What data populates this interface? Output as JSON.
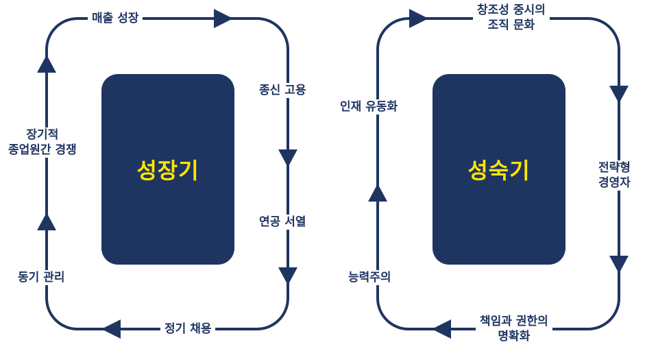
{
  "colors": {
    "dark_navy": "#1f3561",
    "title_yellow": "#ffe600",
    "background": "#ffffff"
  },
  "left_cycle": {
    "center_title": "성장기",
    "labels": {
      "top": "매출 성장",
      "right_upper": "종신 고용",
      "right_lower": "연공 서열",
      "bottom": "정기 채용",
      "left_lower": "동기 관리",
      "left_upper_line1": "장기적",
      "left_upper_line2": "종업원간 경쟁"
    }
  },
  "right_cycle": {
    "center_title": "성숙기",
    "labels": {
      "top_line1": "창조성 중시의",
      "top_line2": "조직 문화",
      "right_line1": "전략형",
      "right_line2": "경영자",
      "bottom_line1": "책임과 권한의",
      "bottom_line2": "명확화",
      "left_lower": "능력주의",
      "left_upper": "인재 유동화"
    }
  }
}
